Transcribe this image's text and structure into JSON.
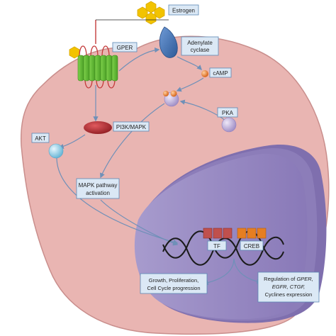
{
  "labels": {
    "estrogen": "Estrogen",
    "gper": "GPER",
    "adenylate_line1": "Adenylate",
    "adenylate_line2": "cyclase",
    "camp": "cAMP",
    "pka": "PKA",
    "pi3k_mapk": "PI3K/MAPK",
    "akt": "AKT",
    "mapk_line1": "MAPK pathway",
    "mapk_line2": "activation",
    "tf": "TF",
    "creb": "CREB",
    "growth_line1": "Growth, Proliferation,",
    "growth_line2": "Cell Cycle progression",
    "regulation_line1_prefix": "Regulation of ",
    "regulation_line1_italic": "GPER,",
    "regulation_line2": "EGFR, CTGF,",
    "regulation_line3": "Cyclines expression"
  },
  "colors": {
    "cell": "#e9b5b2",
    "cell_edge": "#c98e8c",
    "nucleus": "#9c8fc4",
    "nucleus_dark": "#7f6fae",
    "box_fill": "#dbe8f5",
    "box_border": "#5b87b5",
    "arrow": "#6f90b8",
    "estrogen": "#f2c300",
    "gper_green": "#7ccf3c",
    "adenylate": "#3b6fb2",
    "camp": "#e47b22",
    "pi3k": "#b0262b",
    "akt": "#8fcde6",
    "pka": "#b9a9d6",
    "tf": "#c0504d",
    "creb": "#e67e22"
  }
}
